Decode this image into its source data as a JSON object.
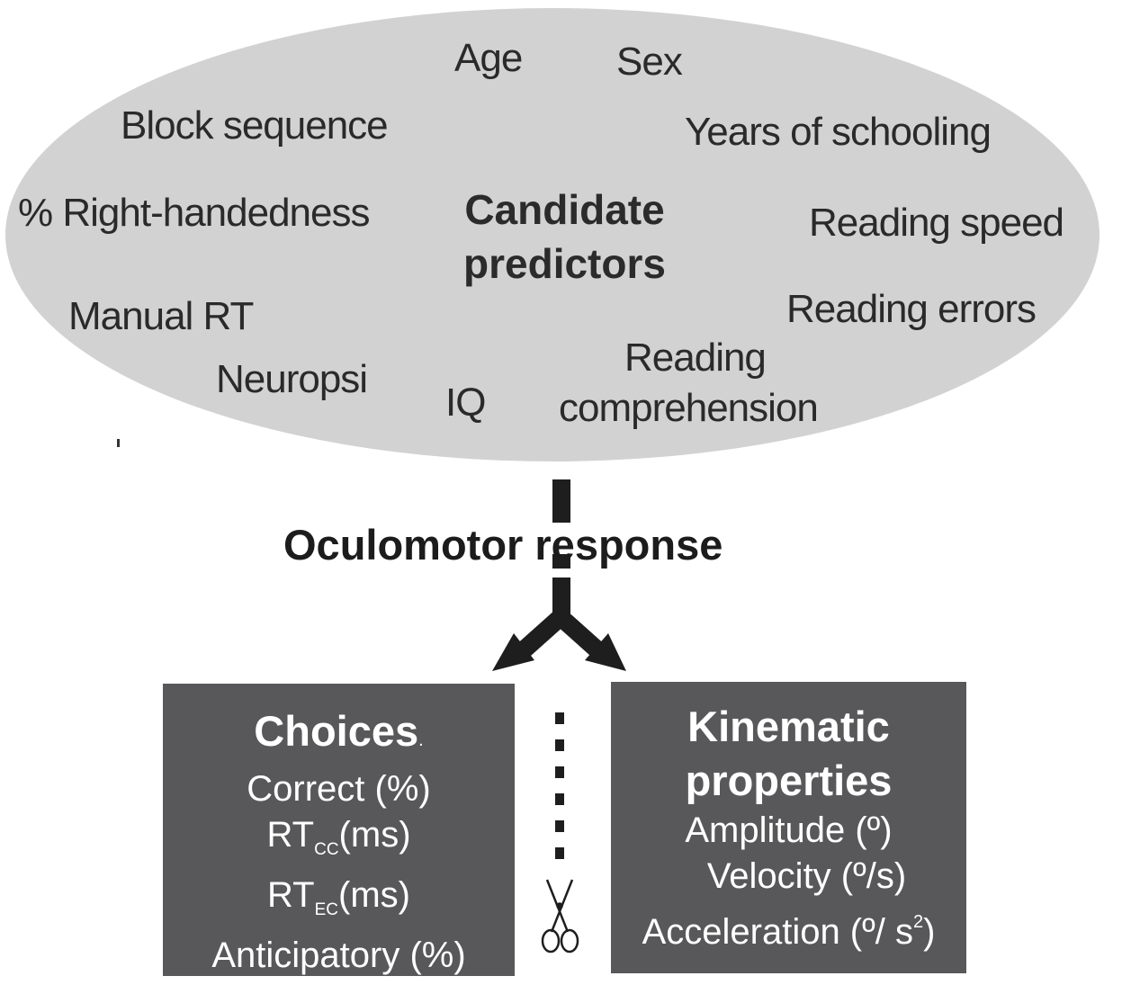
{
  "ellipse": {
    "title_line1": "Candidate",
    "title_line2": "predictors",
    "predictors": {
      "age": "Age",
      "sex": "Sex",
      "block_sequence": "Block sequence",
      "years_schooling": "Years of schooling",
      "right_handedness": "% Right-handedness",
      "reading_speed": "Reading speed",
      "manual_rt": "Manual RT",
      "reading_errors": "Reading errors",
      "neuropsi": "Neuropsi",
      "iq": "IQ",
      "reading_comp_line1": "Reading",
      "reading_comp_line2": "comprehension"
    }
  },
  "response_label": "Oculomotor response",
  "choices_box": {
    "title": "Choices",
    "title_dot": ".",
    "correct": "Correct (%)",
    "rt_cc_base": "RT",
    "rt_cc_sub": "CC",
    "rt_cc_unit": "(ms)",
    "rt_ec_base": "RT",
    "rt_ec_sub": "EC",
    "rt_ec_unit": "(ms)",
    "anticipatory": "Anticipatory (%)"
  },
  "kinematic_box": {
    "title_line1": "Kinematic",
    "title_line2": "properties",
    "amplitude": "Amplitude (º)",
    "velocity": "Velocity (º/s)",
    "acceleration_base": "Acceleration (º/ s",
    "acceleration_sup": "2",
    "acceleration_close": ")"
  },
  "colors": {
    "ellipse_fill": "#d2d2d2",
    "box_fill": "#58585a",
    "arrow": "#1e1e1e"
  },
  "icons": [
    "scissors-icon",
    "split-arrow"
  ]
}
